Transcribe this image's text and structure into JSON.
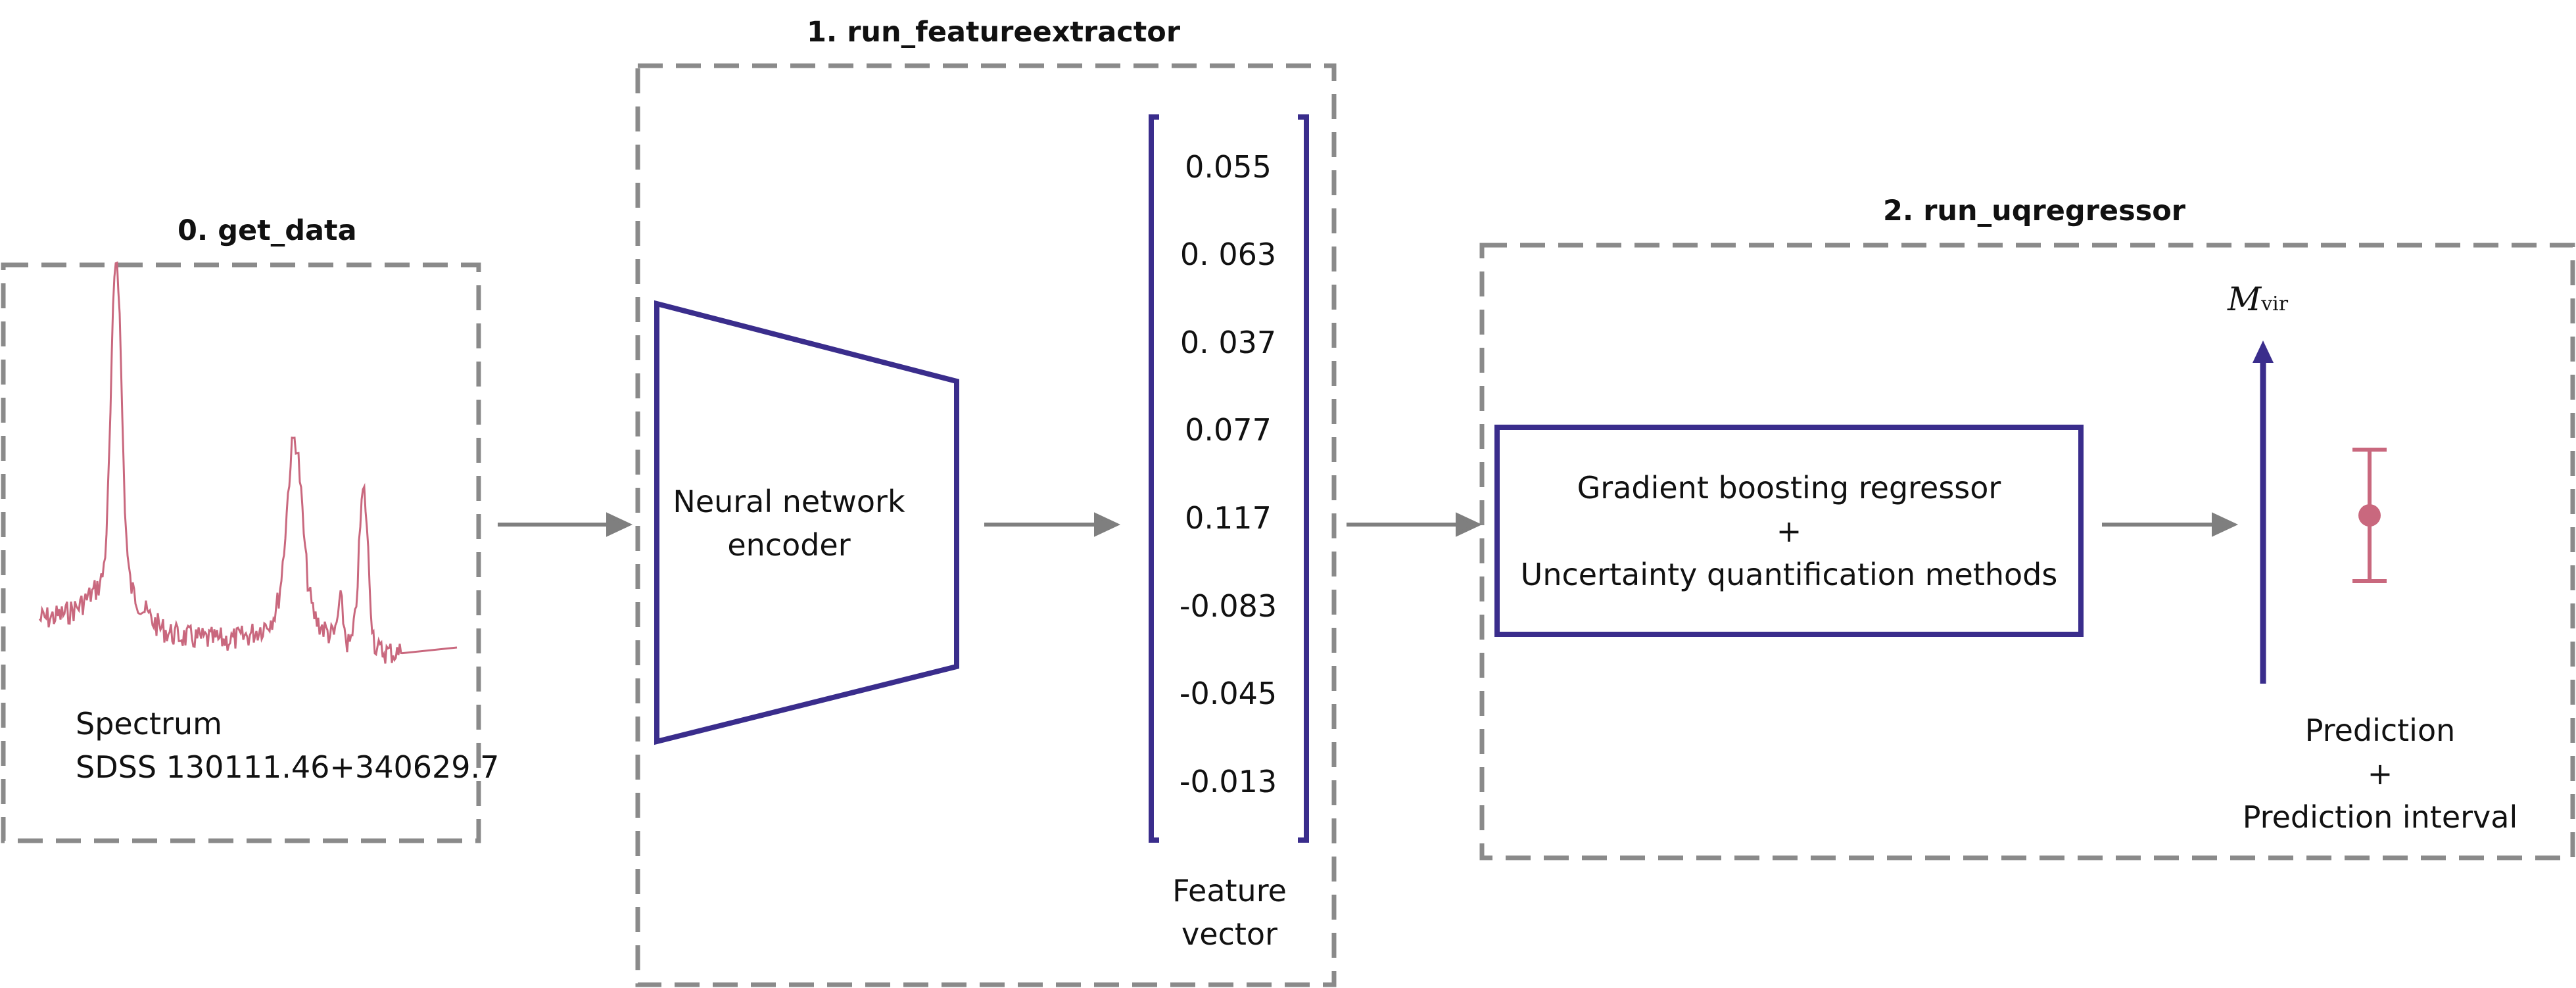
{
  "stages": [
    {
      "title": "0. get_data"
    },
    {
      "title": "1. run_featureextractor"
    },
    {
      "title": "2. run_uqregressor"
    }
  ],
  "spectrum": {
    "label_line1": "Spectrum",
    "label_line2": "SDSS 130111.46+340629.7"
  },
  "encoder": {
    "line1": "Neural network",
    "line2": "encoder"
  },
  "feature_vector": {
    "values": [
      "0.055",
      "0. 063",
      "0. 037",
      "0.077",
      "0.117",
      "-0.083",
      "-0.045",
      "-0.013"
    ],
    "label_line1": "Feature",
    "label_line2": "vector"
  },
  "regressor": {
    "line1": "Gradient boosting regressor",
    "line2": "+",
    "line3": "Uncertainty quantification methods"
  },
  "output": {
    "axis_symbol": "M",
    "axis_subscript": "vir",
    "line1": "Prediction",
    "line2": "+",
    "line3": "Prediction interval"
  },
  "colors": {
    "frame": "#8a8a8a",
    "arrow": "#7f7f7f",
    "accent": "#3a2d8c",
    "spectrum": "#c9687e"
  }
}
